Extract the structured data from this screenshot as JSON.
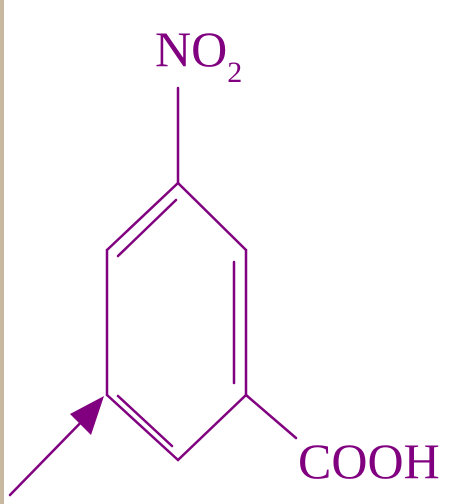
{
  "structure": {
    "nitro_label": "NO",
    "nitro_subscript": "2",
    "acid_label": "COOH"
  },
  "colors": {
    "bond": "#800080",
    "text": "#800080",
    "edge_strip": "#c8b8a0",
    "background": "#ffffff"
  }
}
